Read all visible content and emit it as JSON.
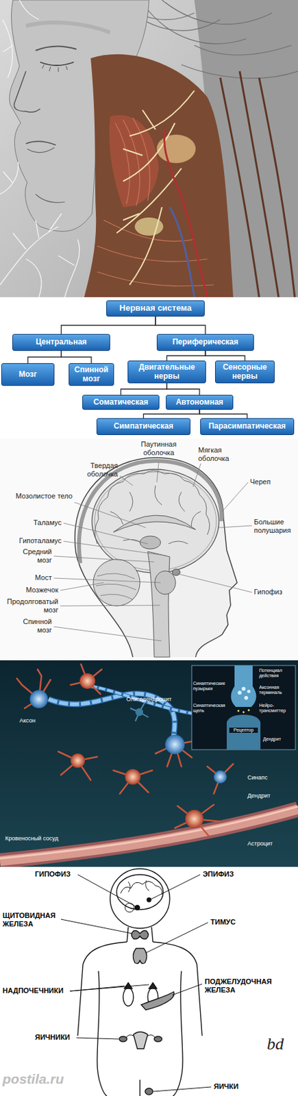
{
  "diagram": {
    "nodes": [
      {
        "text": [
          "Нервная система"
        ]
      },
      {
        "text": [
          "Центральная"
        ]
      },
      {
        "text": [
          "Периферическая"
        ]
      },
      {
        "text": [
          "Мозг"
        ]
      },
      {
        "text": [
          "Спинной мозг"
        ]
      },
      {
        "text": [
          "Двигательные нервы"
        ]
      },
      {
        "text": [
          "Сенсорные нервы"
        ]
      },
      {
        "text": [
          "Соматическая"
        ]
      },
      {
        "text": [
          "Автономная"
        ]
      },
      {
        "text": [
          "Симпатическая"
        ]
      },
      {
        "text": [
          "Парасимпатическая"
        ]
      }
    ],
    "edges": [
      {
        "from": 0,
        "to": 1,
        "arrow": "none"
      },
      {
        "from": 0,
        "to": 2,
        "arrow": "none"
      },
      {
        "from": 1,
        "to": 3,
        "arrow": "none"
      },
      {
        "from": 1,
        "to": 4,
        "arrow": "none"
      },
      {
        "from": 2,
        "to": 5,
        "arrow": "none"
      },
      {
        "from": 2,
        "to": 6,
        "arrow": "none"
      },
      {
        "from": 5,
        "to": 7,
        "arrow": "none"
      },
      {
        "from": 5,
        "to": 8,
        "arrow": "none"
      },
      {
        "from": 8,
        "to": 9,
        "arrow": "none"
      },
      {
        "from": 8,
        "to": 10,
        "arrow": "none"
      }
    ],
    "labels": [
      "Паутинная оболочка",
      "Мягкая оболочка",
      "Твердая оболочка",
      "Череп",
      "Мозолистое тело",
      "Большие полушария",
      "Таламус",
      "Гипоталамус",
      "Средний мозг",
      "Мост",
      "Гипофиз",
      "Мозжечок",
      "Продолговатый мозг",
      "Спинной мозг",
      "Олигодендроцит",
      "Аксон",
      "Синапс",
      "Дендрит",
      "Астроцит",
      "Кровеносный сосуд",
      "Потенциал действия",
      "Синаптические пузырьки",
      "Аксонная терминаль",
      "Синаптическая щель",
      "Нейро-трансмиттер",
      "Рецептор",
      "Дендрит",
      "ГИПОФИЗ",
      "ЭПИФИЗ",
      "ЩИТОВИДНАЯ ЖЕЛЕЗА",
      "ТИМУС",
      "НАДПОЧЕЧНИКИ",
      "ПОДЖЕЛУДОЧНАЯ ЖЕЛЕЗА",
      "ЯИЧНИКИ",
      "ЯИЧКИ",
      "bd",
      "postila.ru"
    ]
  }
}
